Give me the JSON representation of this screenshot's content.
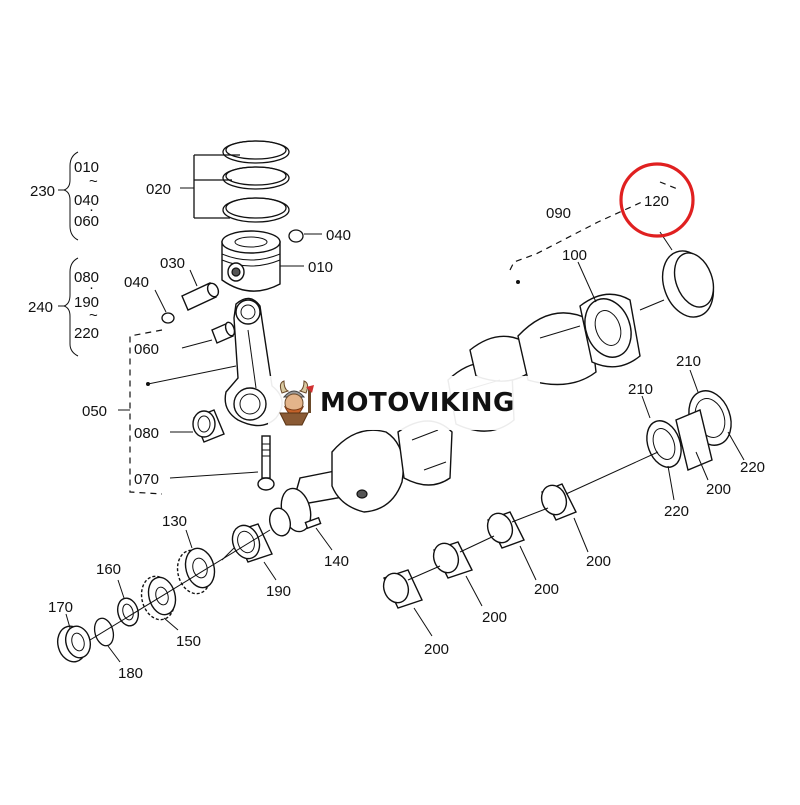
{
  "labels": {
    "l010a": "010",
    "l040a": "040",
    "l060a": "060",
    "l230": "230",
    "l080a": "080",
    "l190a": "190",
    "l220a": "220",
    "l240": "240",
    "l020": "020",
    "l040b": "040",
    "l010b": "010",
    "l030": "030",
    "l040c": "040",
    "l060b": "060",
    "l050": "050",
    "l080b": "080",
    "l070": "070",
    "l090": "090",
    "l120": "120",
    "l100": "100",
    "l210a": "210",
    "l210b": "210",
    "l220b": "220",
    "l200a": "200",
    "l220c": "220",
    "l200b": "200",
    "l200c": "200",
    "l200d": "200",
    "l200e": "200",
    "l130": "130",
    "l140": "140",
    "l190b": "190",
    "l160": "160",
    "l150": "150",
    "l170": "170",
    "l180": "180"
  },
  "brand": "MOTOVIKING",
  "highlight_color": "#e02020"
}
